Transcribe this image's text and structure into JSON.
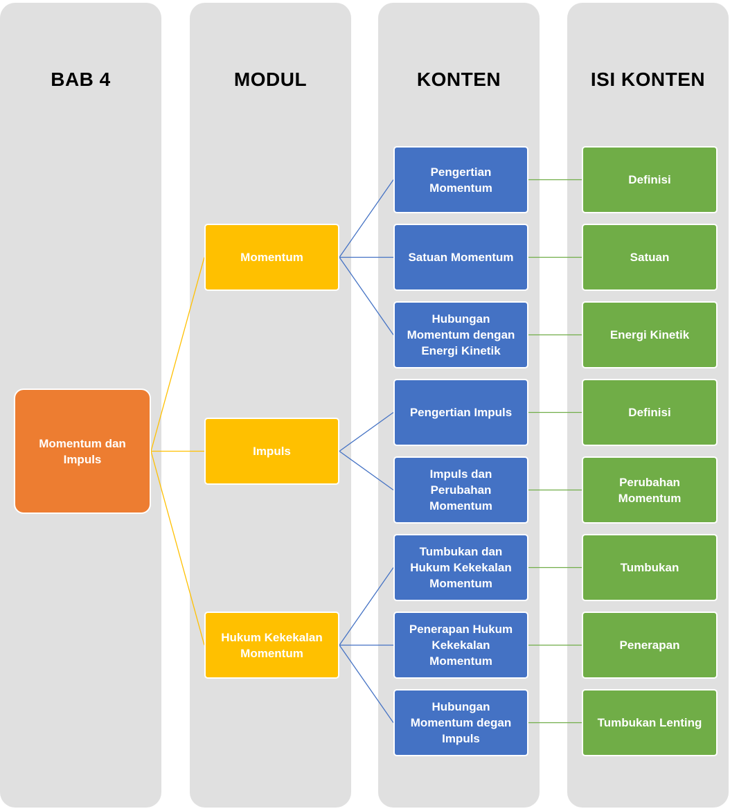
{
  "colors": {
    "lane_bg": "#e0e0e0",
    "root": "#ed7d31",
    "module": "#ffc000",
    "content": "#4472c4",
    "detail": "#70ad47",
    "module_line": "#ffc000",
    "content_line": "#4472c4",
    "detail_line": "#70ad47"
  },
  "columns": [
    {
      "title": "BAB 4"
    },
    {
      "title": "MODUL"
    },
    {
      "title": "KONTEN"
    },
    {
      "title": "ISI KONTEN"
    }
  ],
  "root": {
    "label": "Momentum dan\nImpuls"
  },
  "modules": [
    {
      "label": "Momentum"
    },
    {
      "label": "Impuls"
    },
    {
      "label": "Hukum Kekekalan\nMomentum"
    }
  ],
  "contents": [
    {
      "label": "Pengertian\nMomentum",
      "module": 0
    },
    {
      "label": "Satuan Momentum",
      "module": 0
    },
    {
      "label": "Hubungan\nMomentum dengan\nEnergi Kinetik",
      "module": 0
    },
    {
      "label": "Pengertian Impuls",
      "module": 1
    },
    {
      "label": "Impuls dan\nPerubahan\nMomentum",
      "module": 1
    },
    {
      "label": "Tumbukan dan\nHukum Kekekalan\nMomentum",
      "module": 2
    },
    {
      "label": "Penerapan Hukum\nKekekalan\nMomentum",
      "module": 2
    },
    {
      "label": "Hubungan\nMomentum degan\nImpuls",
      "module": 2
    }
  ],
  "details": [
    {
      "label": "Definisi"
    },
    {
      "label": "Satuan"
    },
    {
      "label": "Energi Kinetik"
    },
    {
      "label": "Definisi"
    },
    {
      "label": "Perubahan\nMomentum"
    },
    {
      "label": "Tumbukan"
    },
    {
      "label": "Penerapan"
    },
    {
      "label": "Tumbukan Lenting"
    }
  ]
}
